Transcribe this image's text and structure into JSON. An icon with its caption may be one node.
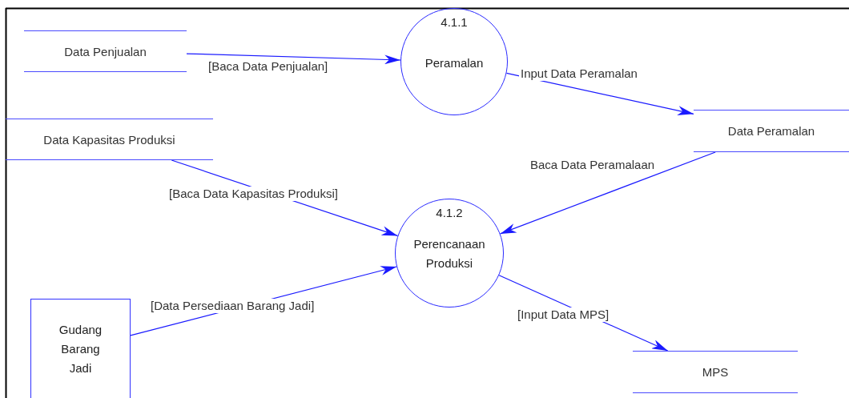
{
  "diagram": {
    "nodes": [
      {
        "text": [
          "Data Penjualan"
        ]
      },
      {
        "text": [
          "4.1.1",
          "Peramalan"
        ]
      },
      {
        "text": [
          "Data Peramalan"
        ]
      },
      {
        "text": [
          "Data Kapasitas Produksi"
        ]
      },
      {
        "text": [
          "4.1.2",
          "Perencanaan Produksi"
        ]
      },
      {
        "text": [
          "Gudang Barang Jadi"
        ]
      },
      {
        "text": [
          "MPS"
        ]
      }
    ],
    "edges": [
      {
        "from": 0,
        "to": 1,
        "arrow": "to",
        "label": "[Baca Data Penjualan]"
      },
      {
        "from": 1,
        "to": 2,
        "arrow": "to",
        "label": "Input Data Peramalan"
      },
      {
        "from": 3,
        "to": 4,
        "arrow": "to",
        "label": "[Baca Data Kapasitas Produksi]"
      },
      {
        "from": 2,
        "to": 4,
        "arrow": "to",
        "label": "Baca Data Peramalaan"
      },
      {
        "from": 5,
        "to": 4,
        "arrow": "to",
        "label": "[Data Persediaan Barang Jadi]"
      },
      {
        "from": 4,
        "to": 6,
        "arrow": "to",
        "label": "[Input Data MPS]"
      }
    ]
  }
}
